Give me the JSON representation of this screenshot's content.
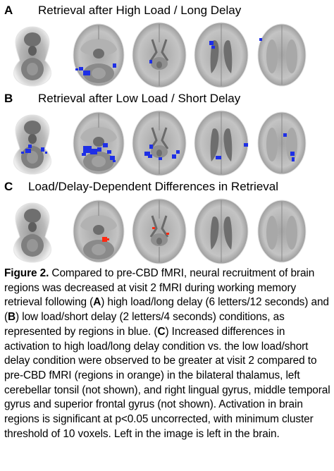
{
  "panels": [
    {
      "letter": "A",
      "title": "Retrieval after High Load / Long Delay",
      "highlight": "blue"
    },
    {
      "letter": "B",
      "title": "Retrieval after Low Load / Short Delay",
      "highlight": "blue"
    },
    {
      "letter": "C",
      "title": "Load/Delay-Dependent Differences in Retrieval",
      "highlight": "orange"
    }
  ],
  "colors": {
    "decrease": "#1e2fe6",
    "increase": "#ff2a12"
  },
  "caption": {
    "label": "Figure 2.",
    "t1": " Compared to pre-CBD fMRI, neural recruitment of brain regions was decreased at visit 2 fMRI during working memory retrieval following (",
    "a": "A",
    "t2": ") high load/long delay (6 letters/12 seconds) and (",
    "b": "B",
    "t3": ") low load/short delay (2 letters/4 seconds) conditions, as represented by regions in blue. (",
    "c": "C",
    "t4": ") Increased differences in activation to high load/long delay condition vs. the low load/short delay condition were observed to be greater at visit 2 compared to pre-CBD fMRI (regions in orange) in the bilateral thalamus, left cerebellar tonsil (not shown), and right lingual gyrus, middle temporal gyrus and superior frontal gyrus (not shown). Activation in brain regions is significant at p<0.05 uncorrected, with minimum cluster threshold of 10 voxels. Left in the image is left in the brain."
  }
}
